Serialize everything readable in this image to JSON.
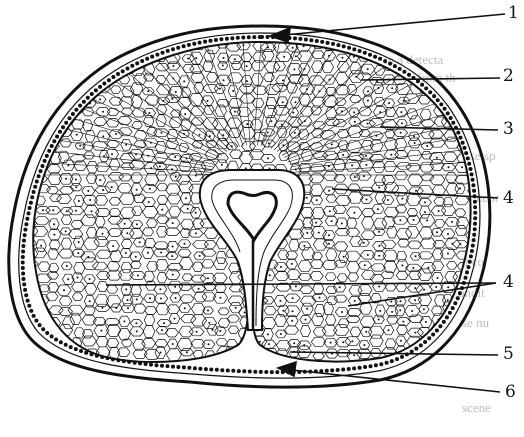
{
  "figure": {
    "style": "black-and-white line drawing of a seed cross-section",
    "ink_color": "#111111",
    "paper_color": "#ffffff",
    "labels": [
      {
        "id": "1",
        "text": "1"
      },
      {
        "id": "2",
        "text": "2"
      },
      {
        "id": "3",
        "text": "3"
      },
      {
        "id": "4a",
        "text": "4"
      },
      {
        "id": "4b",
        "text": "4"
      },
      {
        "id": "5",
        "text": "5"
      },
      {
        "id": "6",
        "text": "6"
      }
    ]
  },
  "bleed_through_text": [
    "in a detecta",
    "e from th",
    "se sp",
    "ncor",
    "d co",
    "ondit",
    "se nu",
    "scene"
  ]
}
